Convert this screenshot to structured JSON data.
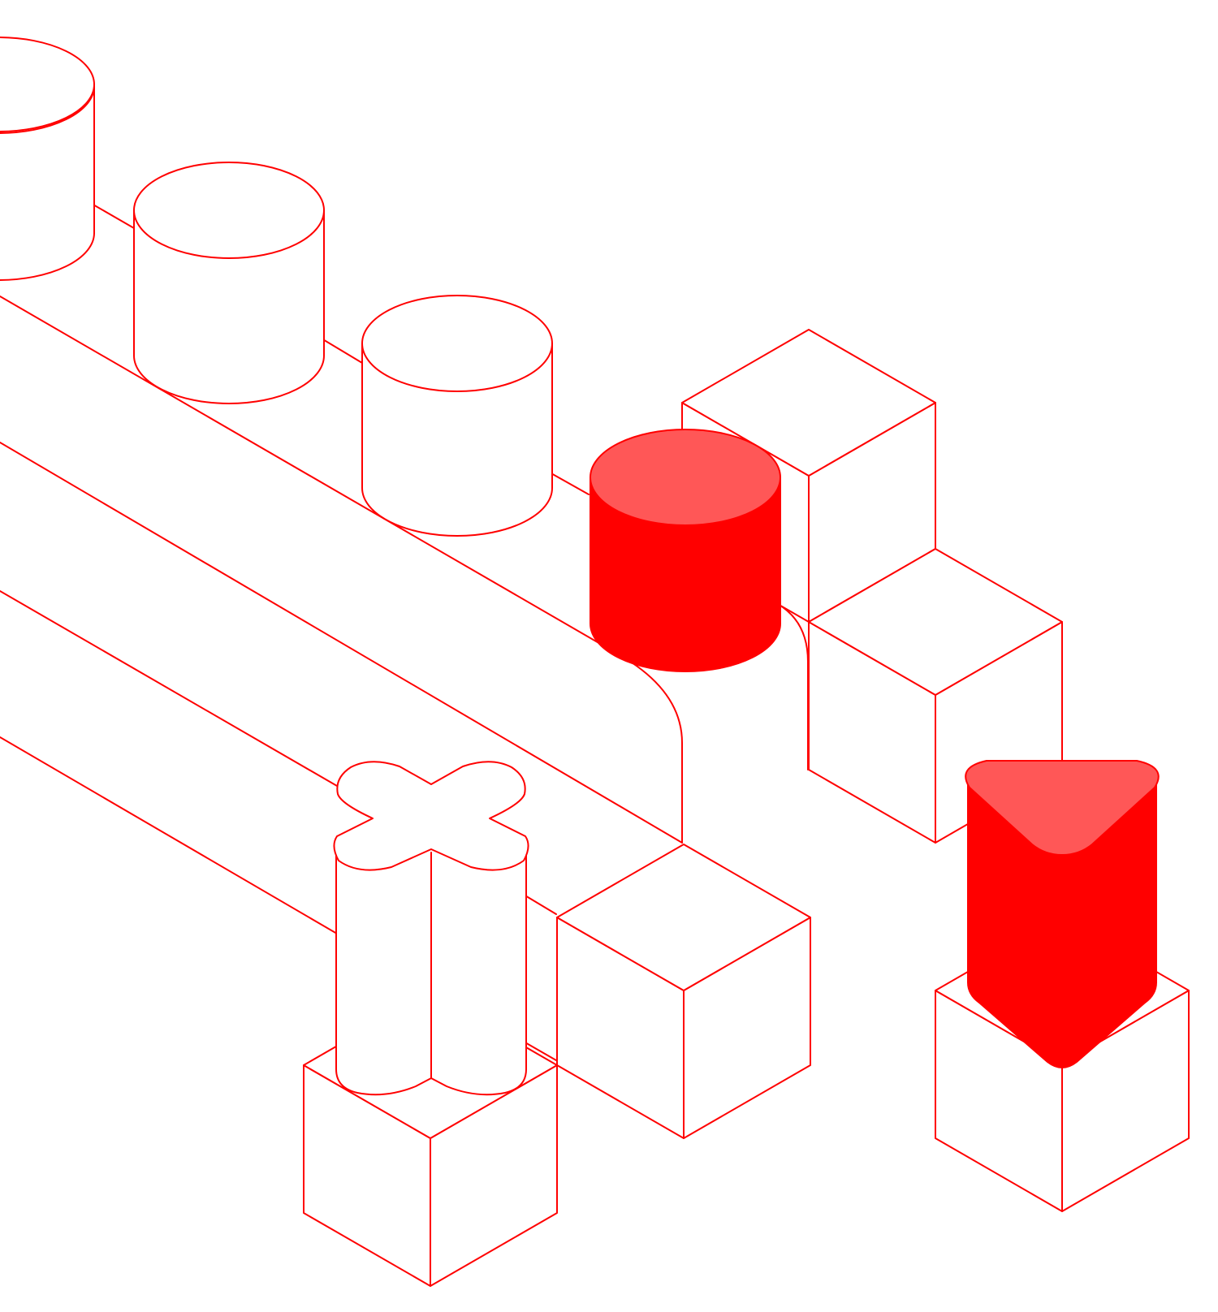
{
  "scene": {
    "style": "isometric line illustration",
    "colors": {
      "background": "#ffffff",
      "stroke": "#ff0000",
      "solid_fill": "#ff0000",
      "highlight_fill": "#ff5757"
    },
    "objects": [
      {
        "shape": "cylinder",
        "style": "outline"
      },
      {
        "shape": "cylinder",
        "style": "outline"
      },
      {
        "shape": "cylinder",
        "style": "outline"
      },
      {
        "shape": "cylinder",
        "style": "solid"
      },
      {
        "shape": "cube",
        "style": "outline"
      },
      {
        "shape": "cube",
        "style": "outline"
      },
      {
        "shape": "cube",
        "style": "outline"
      },
      {
        "shape": "cube",
        "style": "outline"
      },
      {
        "shape": "cube",
        "style": "outline"
      },
      {
        "shape": "cross-prism",
        "style": "outline"
      },
      {
        "shape": "triangle-prism",
        "style": "solid"
      },
      {
        "shape": "conveyor-belt",
        "style": "outline"
      }
    ]
  }
}
